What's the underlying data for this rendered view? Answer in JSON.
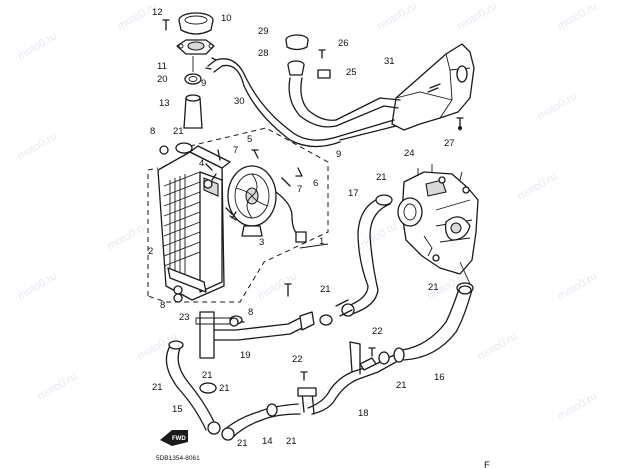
{
  "diagram": {
    "part_labels": [
      "12",
      "10",
      "11",
      "20",
      "9",
      "13",
      "29",
      "28",
      "26",
      "25",
      "31",
      "30",
      "24",
      "27",
      "8",
      "21",
      "4",
      "7",
      "5",
      "6",
      "7",
      "17",
      "21",
      "2",
      "3",
      "1",
      "8",
      "21",
      "23",
      "8",
      "19",
      "22",
      "21",
      "21",
      "21",
      "15",
      "22",
      "21",
      "21",
      "18",
      "16",
      "21",
      "14",
      "21"
    ],
    "leader_labels": [
      "9"
    ],
    "diagram_code": "5DB1354-8061",
    "direction_marker": "FWD",
    "watermark_text": "moto0.ru",
    "corner_mark": "F"
  }
}
